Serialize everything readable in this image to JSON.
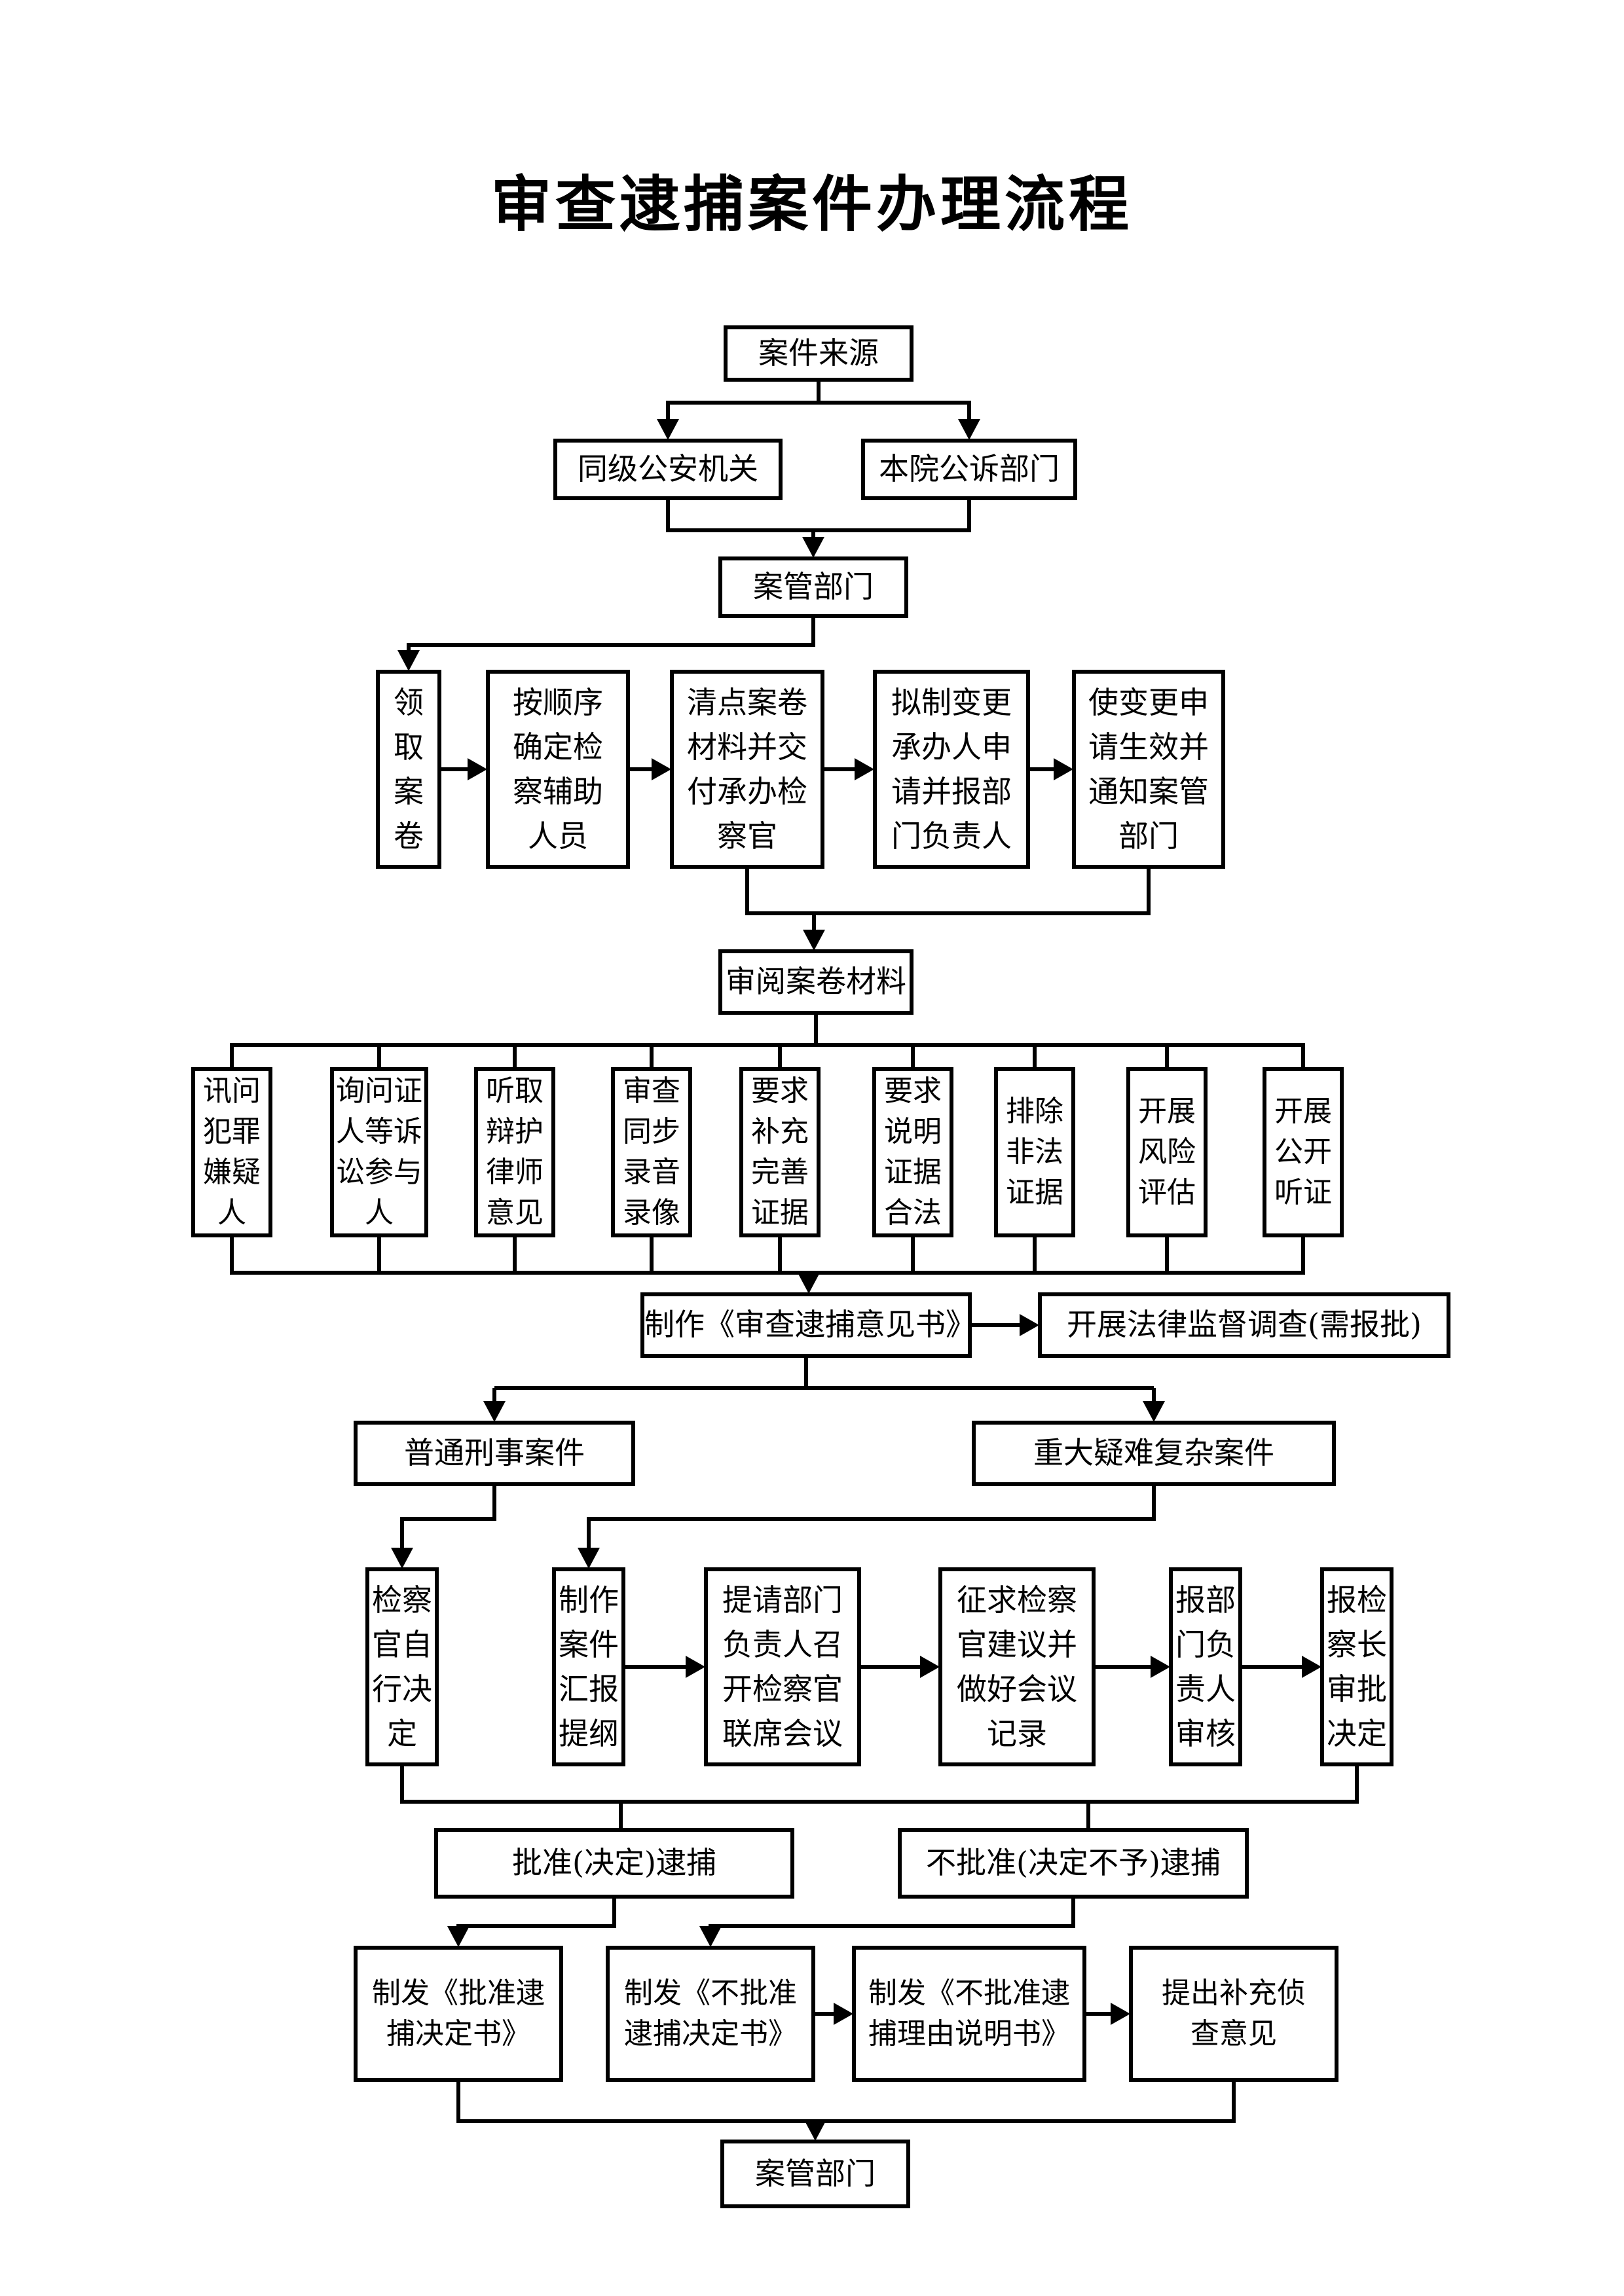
{
  "page": {
    "title": "审查逮捕案件办理流程"
  },
  "nodes": [
    {
      "id": "case-source",
      "label": "案件来源"
    },
    {
      "id": "same-level-public-security",
      "label": "同级公安机关"
    },
    {
      "id": "court-prosecution-dept",
      "label": "本院公诉部门"
    },
    {
      "id": "case-mgmt-dept",
      "label": "案管部门"
    },
    {
      "id": "receive-case-file",
      "label": "领\n取\n案\n卷"
    },
    {
      "id": "assign-assistant-in-order",
      "label": "按顺序\n确定检\n察辅助\n人员"
    },
    {
      "id": "inventory-and-transfer-file",
      "label": "清点案卷\n材料并交\n付承办检\n察官"
    },
    {
      "id": "draft-change-of-handler-request",
      "label": "拟制变更\n承办人申\n请并报部\n门负责人"
    },
    {
      "id": "effect-change-and-notify",
      "label": "使变更申\n请生效并\n通知案管\n部门"
    },
    {
      "id": "review-case-materials",
      "label": "审阅案卷材料"
    },
    {
      "id": "interrogate-suspect",
      "label": "讯问\n犯罪\n嫌疑\n人"
    },
    {
      "id": "question-witnesses-participants",
      "label": "询问证\n人等诉\n讼参与\n人"
    },
    {
      "id": "hear-defense-lawyer-opinion",
      "label": "听取\n辩护\n律师\n意见"
    },
    {
      "id": "review-sync-audio-video",
      "label": "审查\n同步\n录音\n录像"
    },
    {
      "id": "require-supplement-evidence",
      "label": "要求\n补充\n完善\n证据"
    },
    {
      "id": "require-explain-evidence-legality",
      "label": "要求\n说明\n证据\n合法"
    },
    {
      "id": "exclude-illegal-evidence",
      "label": "排除\n非法\n证据"
    },
    {
      "id": "risk-assessment",
      "label": "开展\n风险\n评估"
    },
    {
      "id": "public-hearing",
      "label": "开展\n公开\n听证"
    },
    {
      "id": "draft-arrest-review-opinion",
      "label": "制作《审查逮捕意见书》"
    },
    {
      "id": "legal-supervision-investigation",
      "label": "开展法律监督调查(需报批)"
    },
    {
      "id": "ordinary-criminal-case",
      "label": "普通刑事案件"
    },
    {
      "id": "major-difficult-complex-case",
      "label": "重大疑难复杂案件"
    },
    {
      "id": "prosecutor-self-decide",
      "label": "检察\n官自\n行决\n定"
    },
    {
      "id": "draft-case-report-outline",
      "label": "制作\n案件\n汇报\n提纲"
    },
    {
      "id": "joint-prosecutor-meeting",
      "label": "提请部门\n负责人召\n开检察官\n联席会议"
    },
    {
      "id": "solicit-opinions-keep-minutes",
      "label": "征求检察\n官建议并\n做好会议\n记录"
    },
    {
      "id": "dept-head-review",
      "label": "报部\n门负\n责人\n审核"
    },
    {
      "id": "chief-prosecutor-approval",
      "label": "报检\n察长\n审批\n决定"
    },
    {
      "id": "approve-arrest",
      "label": "批准(决定)逮捕"
    },
    {
      "id": "disapprove-arrest",
      "label": "不批准(决定不予)逮捕"
    },
    {
      "id": "issue-approval-decision",
      "label": "制发《批准逮\n捕决定书》"
    },
    {
      "id": "issue-disapproval-decision",
      "label": "制发《不批准\n逮捕决定书》"
    },
    {
      "id": "issue-disapproval-reasons",
      "label": "制发《不批准逮\n捕理由说明书》"
    },
    {
      "id": "supplementary-investigation-opinion",
      "label": "提出补充侦\n查意见"
    },
    {
      "id": "case-mgmt-dept-final",
      "label": "案管部门"
    }
  ],
  "colors": {
    "line": "#000000",
    "box_border": "#000000",
    "box_fill": "#ffffff",
    "text": "#000000"
  }
}
